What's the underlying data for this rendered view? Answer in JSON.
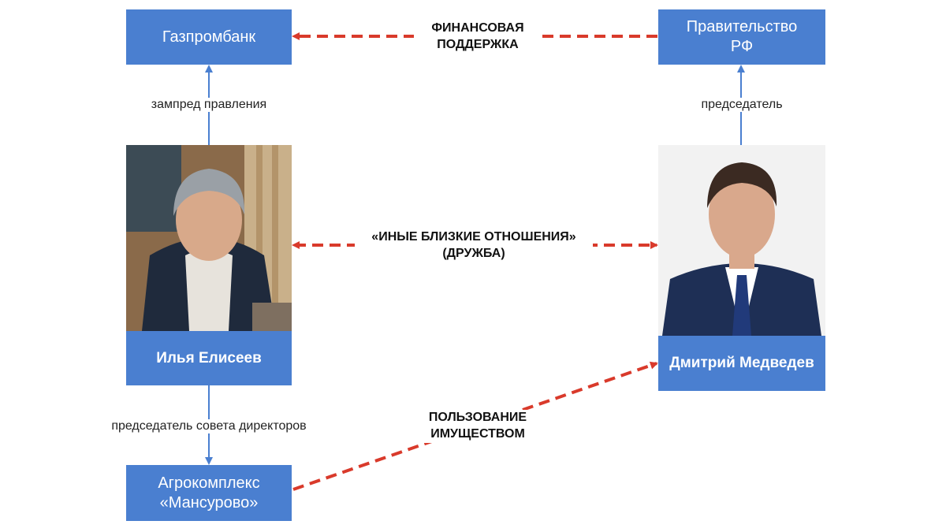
{
  "nodes": {
    "gazprombank": "Газпромбанк",
    "government": "Правительство РФ",
    "eliseev": "Илья Елисеев",
    "medvedev": "Дмитрий Медведев",
    "agro_line1": "Агрокомплекс",
    "agro_line2": "«Мансурово»"
  },
  "edges": {
    "eliseev_gazprom": "зампред правления",
    "medvedev_gov": "председатель",
    "eliseev_agro": "председатель совета директоров"
  },
  "relations": {
    "financial_line1": "ФИНАНСОВАЯ",
    "financial_line2": "ПОДДЕРЖКА",
    "friendship_line1": "«ИНЫЕ БЛИЗКИЕ ОТНОШЕНИЯ»",
    "friendship_line2": "(ДРУЖБА)",
    "property_line1": "ПОЛЬЗОВАНИЕ",
    "property_line2": "ИМУЩЕСТВОМ"
  },
  "colors": {
    "box": "#4a7fd0",
    "solid_arrow": "#4a7fd0",
    "dashed_arrow": "#d93a2b"
  }
}
